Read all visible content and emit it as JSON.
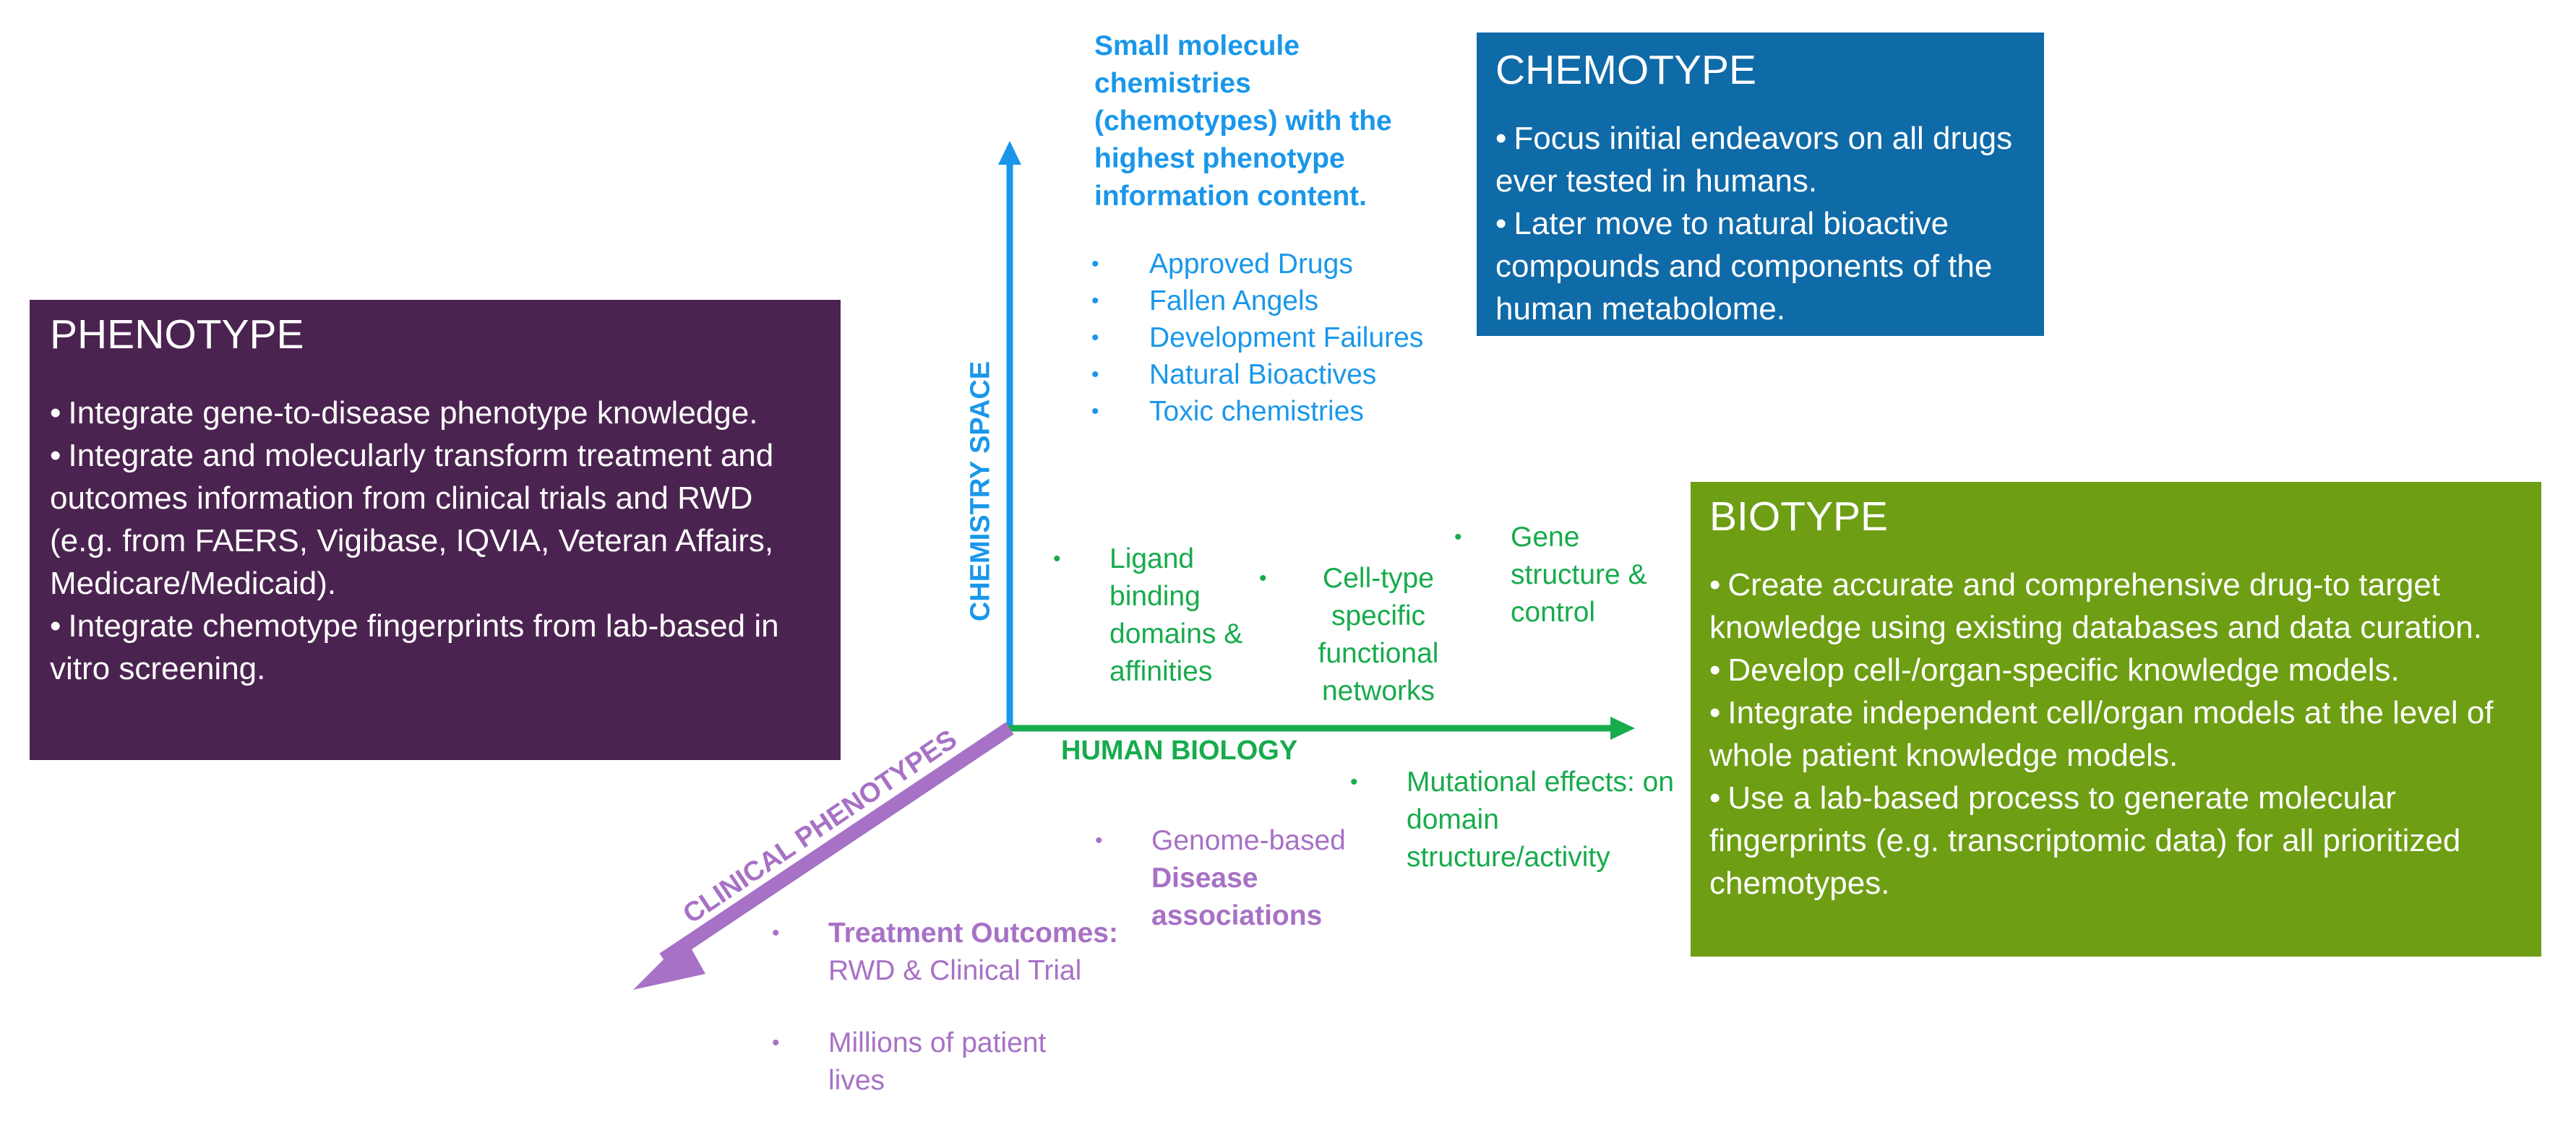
{
  "colors": {
    "phenotype_bg": "#4b2350",
    "chemotype_bg": "#0f6aa8",
    "biotype_bg": "#6e9e13",
    "chemistry_axis": "#1a97ea",
    "biology_axis": "#17ab4c",
    "clinical_axis": "#a771c5"
  },
  "phenotype": {
    "title": "PHENOTYPE",
    "items": [
      "Integrate gene-to-disease phenotype knowledge.",
      "Integrate and molecularly transform treatment and outcomes information from clinical trials and RWD (e.g. from FAERS, Vigibase, IQVIA, Veteran Affairs, Medicare/Medicaid).",
      "Integrate chemotype fingerprints from lab-based in vitro screening."
    ]
  },
  "chemotype": {
    "title": "CHEMOTYPE",
    "items": [
      "Focus initial endeavors on all drugs ever tested in humans.",
      "Later move to natural bioactive compounds and components of the human metabolome."
    ]
  },
  "biotype": {
    "title": "BIOTYPE",
    "items": [
      "Create accurate and comprehensive drug-to target knowledge using existing databases and data curation.",
      "Develop cell-/organ-specific knowledge models.",
      "Integrate independent cell/organ models at the level of whole patient knowledge models.",
      "Use a lab-based process to generate molecular fingerprints (e.g. transcriptomic data) for all prioritized chemotypes."
    ]
  },
  "axes": {
    "chemistry": "CHEMISTRY  SPACE",
    "biology": "HUMAN BIOLOGY",
    "clinical": "CLINICAL PHENOTYPES"
  },
  "chemistry_header": "Small molecule chemistries (chemotypes) with the highest phenotype information content.",
  "chemistry_items": [
    "Approved Drugs",
    "Fallen Angels",
    "Development Failures",
    "Natural Bioactives",
    "Toxic chemistries"
  ],
  "biology_items": {
    "ligand": "Ligand binding domains & affinities",
    "celltype": "Cell-type specific functional networks",
    "gene": "Gene structure & control",
    "mutational": "Mutational effects: on domain structure/activity"
  },
  "clinical_items": {
    "genome_prefix": "Genome-based ",
    "genome_bold": "Disease associations",
    "treatment_bold": "Treatment Outcomes:",
    "treatment_rest": " RWD & Clinical Trial",
    "millions": "Millions of patient lives"
  },
  "bullet": "•"
}
